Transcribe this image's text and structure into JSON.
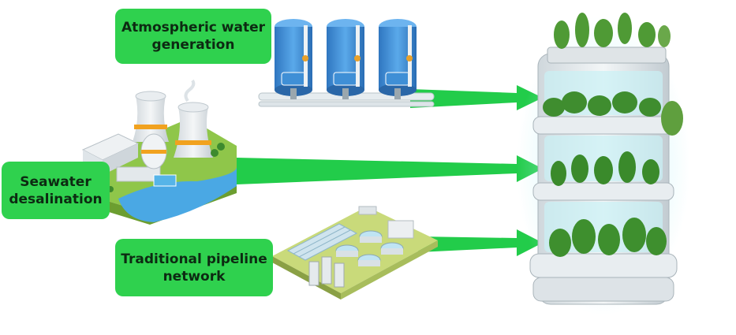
{
  "sources": [
    {
      "id": "atmo",
      "label_line1": "Atmospheric water",
      "label_line2": "generation"
    },
    {
      "id": "sea",
      "label_line1": "Seawater",
      "label_line2": "desalination"
    },
    {
      "id": "pipe",
      "label_line1": "Traditional pipeline",
      "label_line2": "network"
    }
  ],
  "colors": {
    "callout_green": "#2fd14e",
    "arrow_green": "#22cc4a",
    "tank_blue": "#3f8fd6",
    "tower_white": "#e4eaee",
    "tower_glow": "#7fe3ef",
    "plant_green": "#3f8d2f"
  },
  "icons": {
    "atmo": "water-tanks-icon",
    "sea": "nuclear-desalination-plant-icon",
    "pipe": "water-treatment-plant-icon",
    "target": "vertical-hydroponic-farm-icon"
  }
}
